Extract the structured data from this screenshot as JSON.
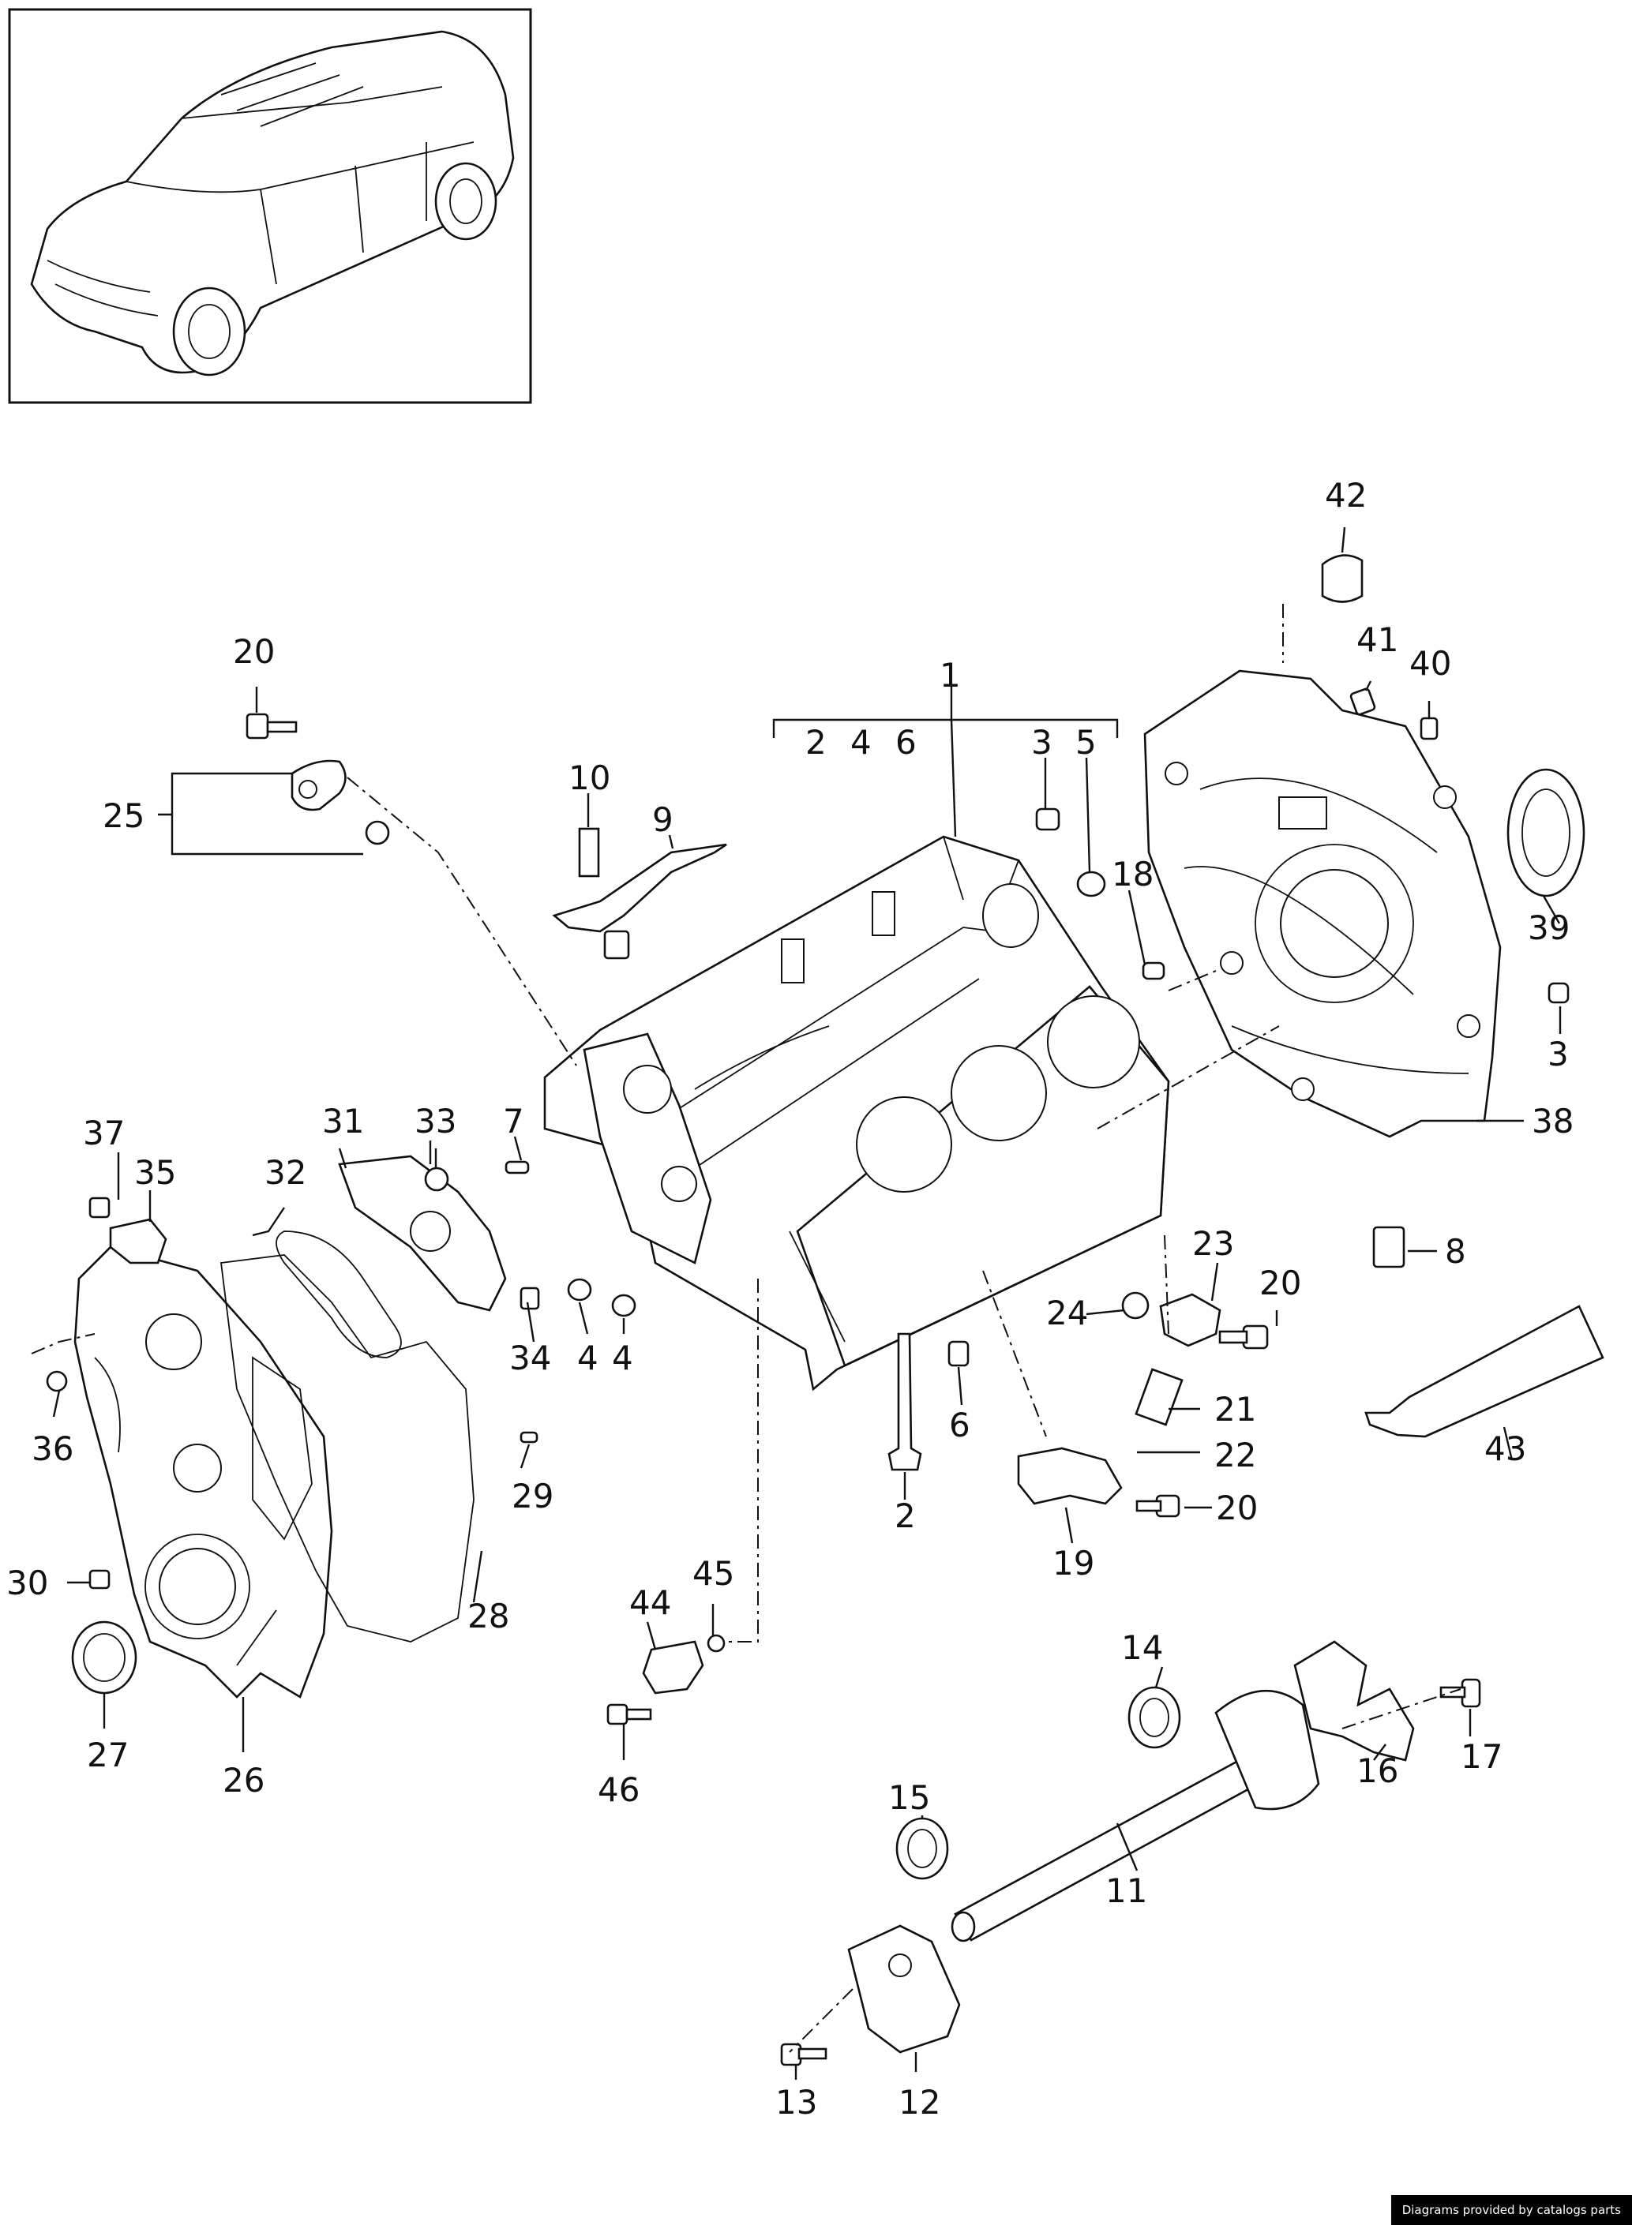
{
  "callouts": {
    "c1": "1",
    "c2": "2",
    "c3": "3",
    "c3b": "3",
    "c4a": "4",
    "c4b": "4",
    "c5": "5",
    "c6": "6",
    "c7": "7",
    "c8": "8",
    "c9": "9",
    "c10": "10",
    "c11": "11",
    "c12": "12",
    "c13": "13",
    "c14": "14",
    "c15": "15",
    "c16": "16",
    "c17": "17",
    "c18": "18",
    "c19": "19",
    "c20a": "20",
    "c20b": "20",
    "c20c": "20",
    "c21": "21",
    "c22": "22",
    "c23": "23",
    "c24": "24",
    "c25": "25",
    "c26": "26",
    "c27": "27",
    "c28": "28",
    "c29": "29",
    "c30": "30",
    "c31": "31",
    "c32": "32",
    "c33": "33",
    "c34": "34",
    "c35": "35",
    "c36": "36",
    "c37": "37",
    "c38": "38",
    "c39": "39",
    "c40": "40",
    "c41": "41",
    "c42": "42",
    "c43": "43",
    "c44": "44",
    "c45": "45",
    "c46": "46",
    "sub2": "2",
    "sub4": "4",
    "sub6": "6",
    "sub3": "3",
    "sub5": "5"
  },
  "credit": "Diagrams provided by catalogs parts"
}
